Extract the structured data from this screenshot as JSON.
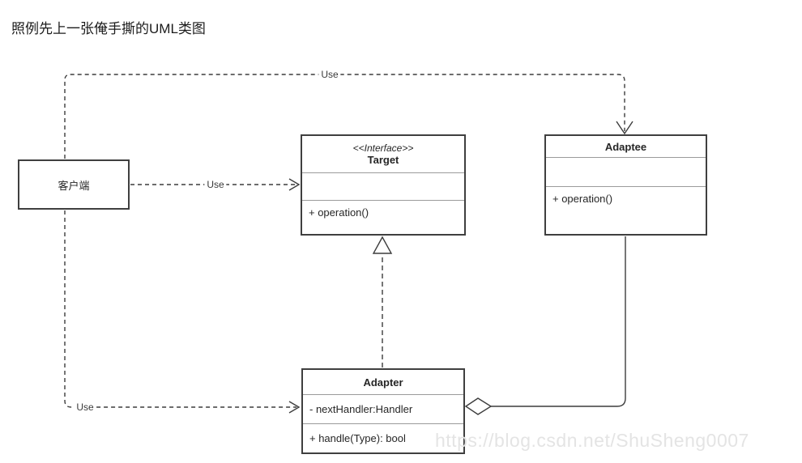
{
  "page": {
    "title": "照例先上一张俺手撕的UML类图",
    "watermark": "https://blog.csdn.net/ShuSheng0007"
  },
  "diagram": {
    "client": {
      "name": "客户端"
    },
    "target": {
      "stereotype": "<<Interface>>",
      "name": "Target",
      "methods": [
        "+ operation()"
      ]
    },
    "adaptee": {
      "name": "Adaptee",
      "methods": [
        "+ operation()"
      ]
    },
    "adapter": {
      "name": "Adapter",
      "attributes": [
        "- nextHandler:Handler"
      ],
      "methods": [
        "+ handle(Type): bool"
      ]
    },
    "labels": {
      "use_top": "Use",
      "use_middle": "Use",
      "use_bottom": "Use"
    },
    "colors": {
      "line": "#3c3c3c",
      "divider": "#9b9b9b",
      "watermark": "#e4e4e4"
    }
  }
}
